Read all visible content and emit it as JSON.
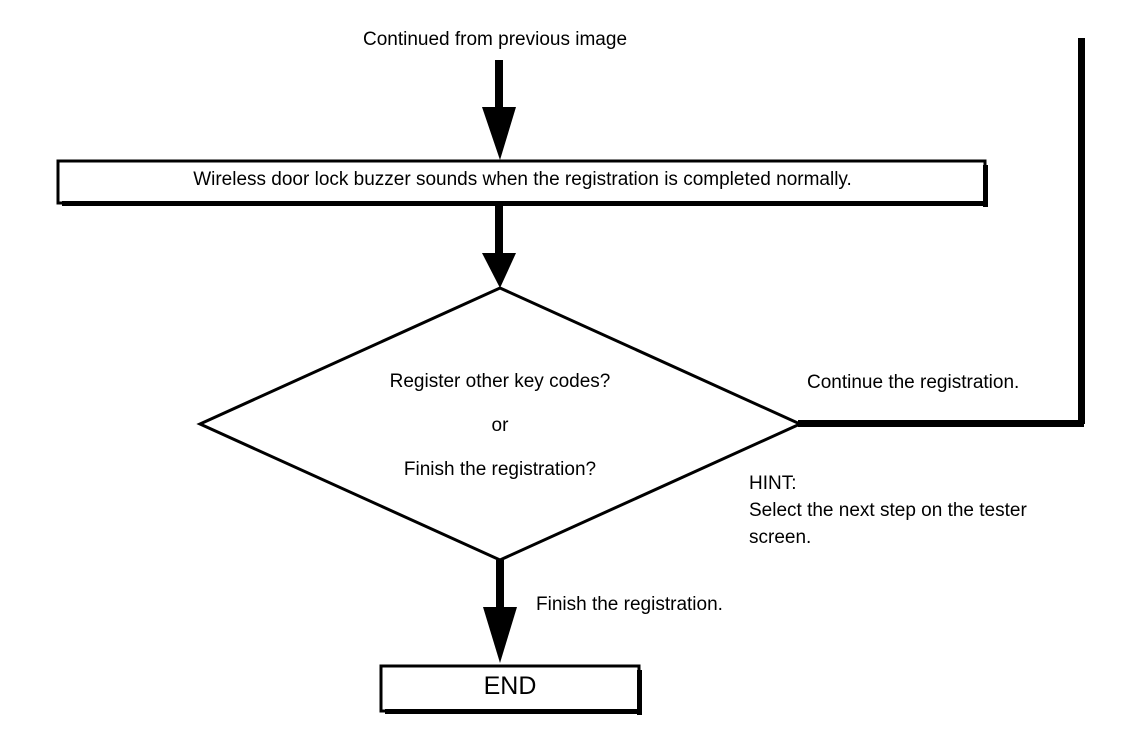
{
  "diagram": {
    "type": "flowchart",
    "title_note": "Wireless door lock key code registration - continuation flow",
    "nodes": {
      "continued_from": {
        "shape": "text",
        "label": "Continued from previous image"
      },
      "process_buzzer": {
        "shape": "process-box",
        "label": "Wireless door lock buzzer sounds when the registration is completed normally."
      },
      "decision": {
        "shape": "diamond",
        "line1": "Register other key codes?",
        "line2": "or",
        "line3": "Finish the registration?"
      },
      "end": {
        "shape": "terminator-box",
        "label": "END"
      }
    },
    "edge_labels": {
      "continue_branch": "Continue the registration.",
      "finish_branch": "Finish the registration."
    },
    "annotations": {
      "hint": "HINT:\nSelect the next step on the tester\nscreen."
    },
    "colors": {
      "stroke": "#000000",
      "background": "#ffffff",
      "text": "#000000"
    }
  }
}
